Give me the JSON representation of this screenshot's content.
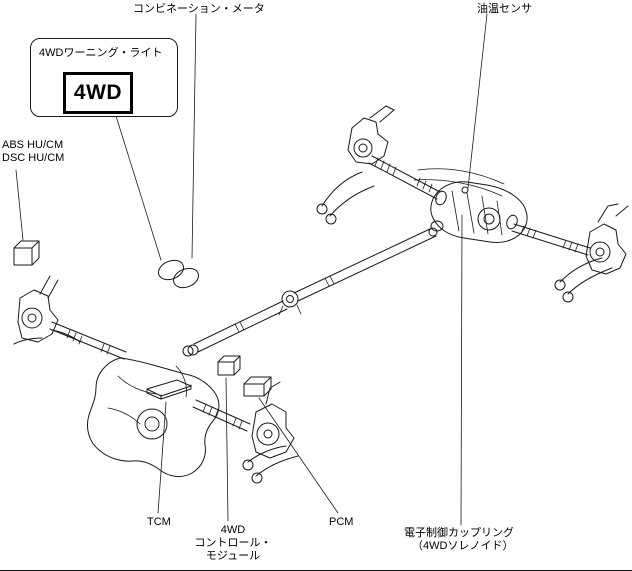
{
  "labels": {
    "combination_meter": "コンビネーション・メータ",
    "oil_temp_sensor": "油温センサ",
    "warning_light_title": "4WDワーニング・ライト",
    "warning_light_symbol": "4WD",
    "abs_unit": {
      "line1": "ABS HU/CM",
      "line2": "DSC HU/CM"
    },
    "tcm": "TCM",
    "awd_module": {
      "line1": "4WD",
      "line2": "コントロール・",
      "line3": "モジュール"
    },
    "pcm": "PCM",
    "coupling": {
      "line1": "電子制御カップリング",
      "line2": "（4WDソレノイド）"
    }
  },
  "colors": {
    "line": "#1a1a1a",
    "text": "#000000",
    "background": "#ffffff"
  }
}
